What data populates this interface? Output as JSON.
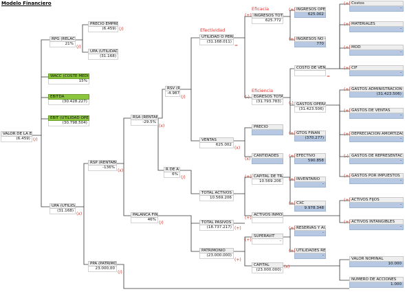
{
  "title": "Modelo Financiero",
  "annotations": [
    "Eficacia",
    "Efectividad",
    "Eficiencia"
  ],
  "nodes": [
    {
      "label": "VALOR DE LA EMPRESA",
      "value": "(6.459)"
    },
    {
      "label": "PRECIO EMPRESA EN EL MERCADO",
      "value": "(6.459)"
    },
    {
      "label": "RPG (RELACION PRECIO GANANCIA)",
      "value": "21%"
    },
    {
      "label": "UPA (UTILIDAD POR ACCION)",
      "value": "(31.168)"
    },
    {
      "label": "WACC (COSTE MEDIO PODERADO CAPITAL",
      "value": "15%"
    },
    {
      "label": "EBITDA",
      "value": "(30.428.227)"
    },
    {
      "label": "EBIT (UTILIDAD OPERATIVA)",
      "value": "(30.798.504)"
    },
    {
      "label": "UPA (UTILIDAD POR ACCION)",
      "value": "(31.168)"
    },
    {
      "label": "RSV (RENTABILIDAD SOBRE VENTAS)",
      "value": "-4.987%"
    },
    {
      "label": "RSA (RENTABILIDAD SOBRE ACTIVOS)(PALANCA OPERACIONAL)",
      "value": "-29.5%"
    },
    {
      "label": "RSP (RENTABILIDAD SOBRE EL PATRIMONIO)",
      "value": "-136%"
    },
    {
      "label": "R DE A (ROTACION DE ACTIVOS)",
      "value": "6%"
    },
    {
      "label": "PALANCA FINANCIERA",
      "value": "46%"
    },
    {
      "label": "PPA (PATRIMONIO POR ACCION, VALOR INTRINSECO DE LA ACCION)",
      "value": "23.000,00"
    },
    {
      "label": "UTILIDAD O PERDIDA NETA",
      "value": "(31.168.011)"
    },
    {
      "label": "VENTAS",
      "value": "625.002"
    },
    {
      "label": "TOTAL ACTIVOS",
      "value": "10.569.206"
    },
    {
      "label": "TOTAL PASIVOS",
      "value": "(18.737.217)"
    },
    {
      "label": "PATRIMONIO",
      "value": "(23.000.000)"
    },
    {
      "label": "INGRESOS TOTALES",
      "value": "625.772"
    },
    {
      "label": "EGRESOS TOTALES",
      "value": "(31.793.783)"
    },
    {
      "label": "PRECIO",
      "value": ""
    },
    {
      "label": "CANTIDADES",
      "value": ""
    },
    {
      "label": "CAPITAL DE TRAB",
      "value": "10.569.206"
    },
    {
      "label": "ACTIVOS INMOBILI",
      "value": ""
    },
    {
      "label": "SUPERAVIT",
      "value": "-"
    },
    {
      "label": "CAPITAL",
      "value": "(23.000.000)"
    },
    {
      "label": "INGRESOS OPERACIONAL",
      "value": "625.002"
    },
    {
      "label": "INGRESOS NO OPERACIONALES",
      "value": "770"
    },
    {
      "label": "COSTO DE VENTAS",
      "value": ""
    },
    {
      "label": "GASTOS OPERACIONALES",
      "value": "(31.423.506)"
    },
    {
      "label": "GTOS FINAN",
      "value": "(370.277)"
    },
    {
      "label": "EFECTIVO",
      "value": "590.858"
    },
    {
      "label": "INVENTARIO",
      "value": "-"
    },
    {
      "label": "CXC",
      "value": "9.978.348"
    },
    {
      "label": "RESERVAS Y AUMENTO K",
      "value": "-"
    },
    {
      "label": "UTILIDADES RETENIDAS",
      "value": "-"
    },
    {
      "label": "Costos",
      "value": "-"
    },
    {
      "label": "MATERIALES",
      "value": "-"
    },
    {
      "label": "MOD",
      "value": "-"
    },
    {
      "label": "CIF",
      "value": "-"
    },
    {
      "label": "GASTOS ADMINISTRACION",
      "value": "(31.423.506)"
    },
    {
      "label": "GASTOS DE VENTAS",
      "value": "-"
    },
    {
      "label": "DEPRECIACION AMORTIZACION",
      "value": "-"
    },
    {
      "label": "GASTOS DE REPRESENTACION",
      "value": "-"
    },
    {
      "label": "GASTOS POR IMPUESTOS",
      "value": "-"
    },
    {
      "label": "ACTIVOS FIJOS",
      "value": "-"
    },
    {
      "label": "ACTIVOS INTANGIBLES",
      "value": "-"
    },
    {
      "label": "VALOR NOMINAL",
      "value": "10.000"
    },
    {
      "label": "NUMERO DE ACCIONES",
      "value": "1.000"
    }
  ],
  "ops": [
    "(/)",
    "(x)",
    "(/)",
    "(/)",
    "(x)",
    "(x)",
    "(/)",
    "(/)",
    "(x)",
    "=",
    "(+)",
    "(-)",
    "(x)",
    "(+)",
    "(+)",
    "(+)",
    "(+)",
    "(+)",
    "(+)",
    "(x)",
    "(-)",
    "(+)",
    "(+)",
    "(+)",
    "(+)",
    "(+)",
    "(+)",
    "(-)",
    "(+)",
    "(+)",
    "(+)",
    "(+)",
    "(+)",
    "(+)",
    "(+)",
    "="
  ]
}
